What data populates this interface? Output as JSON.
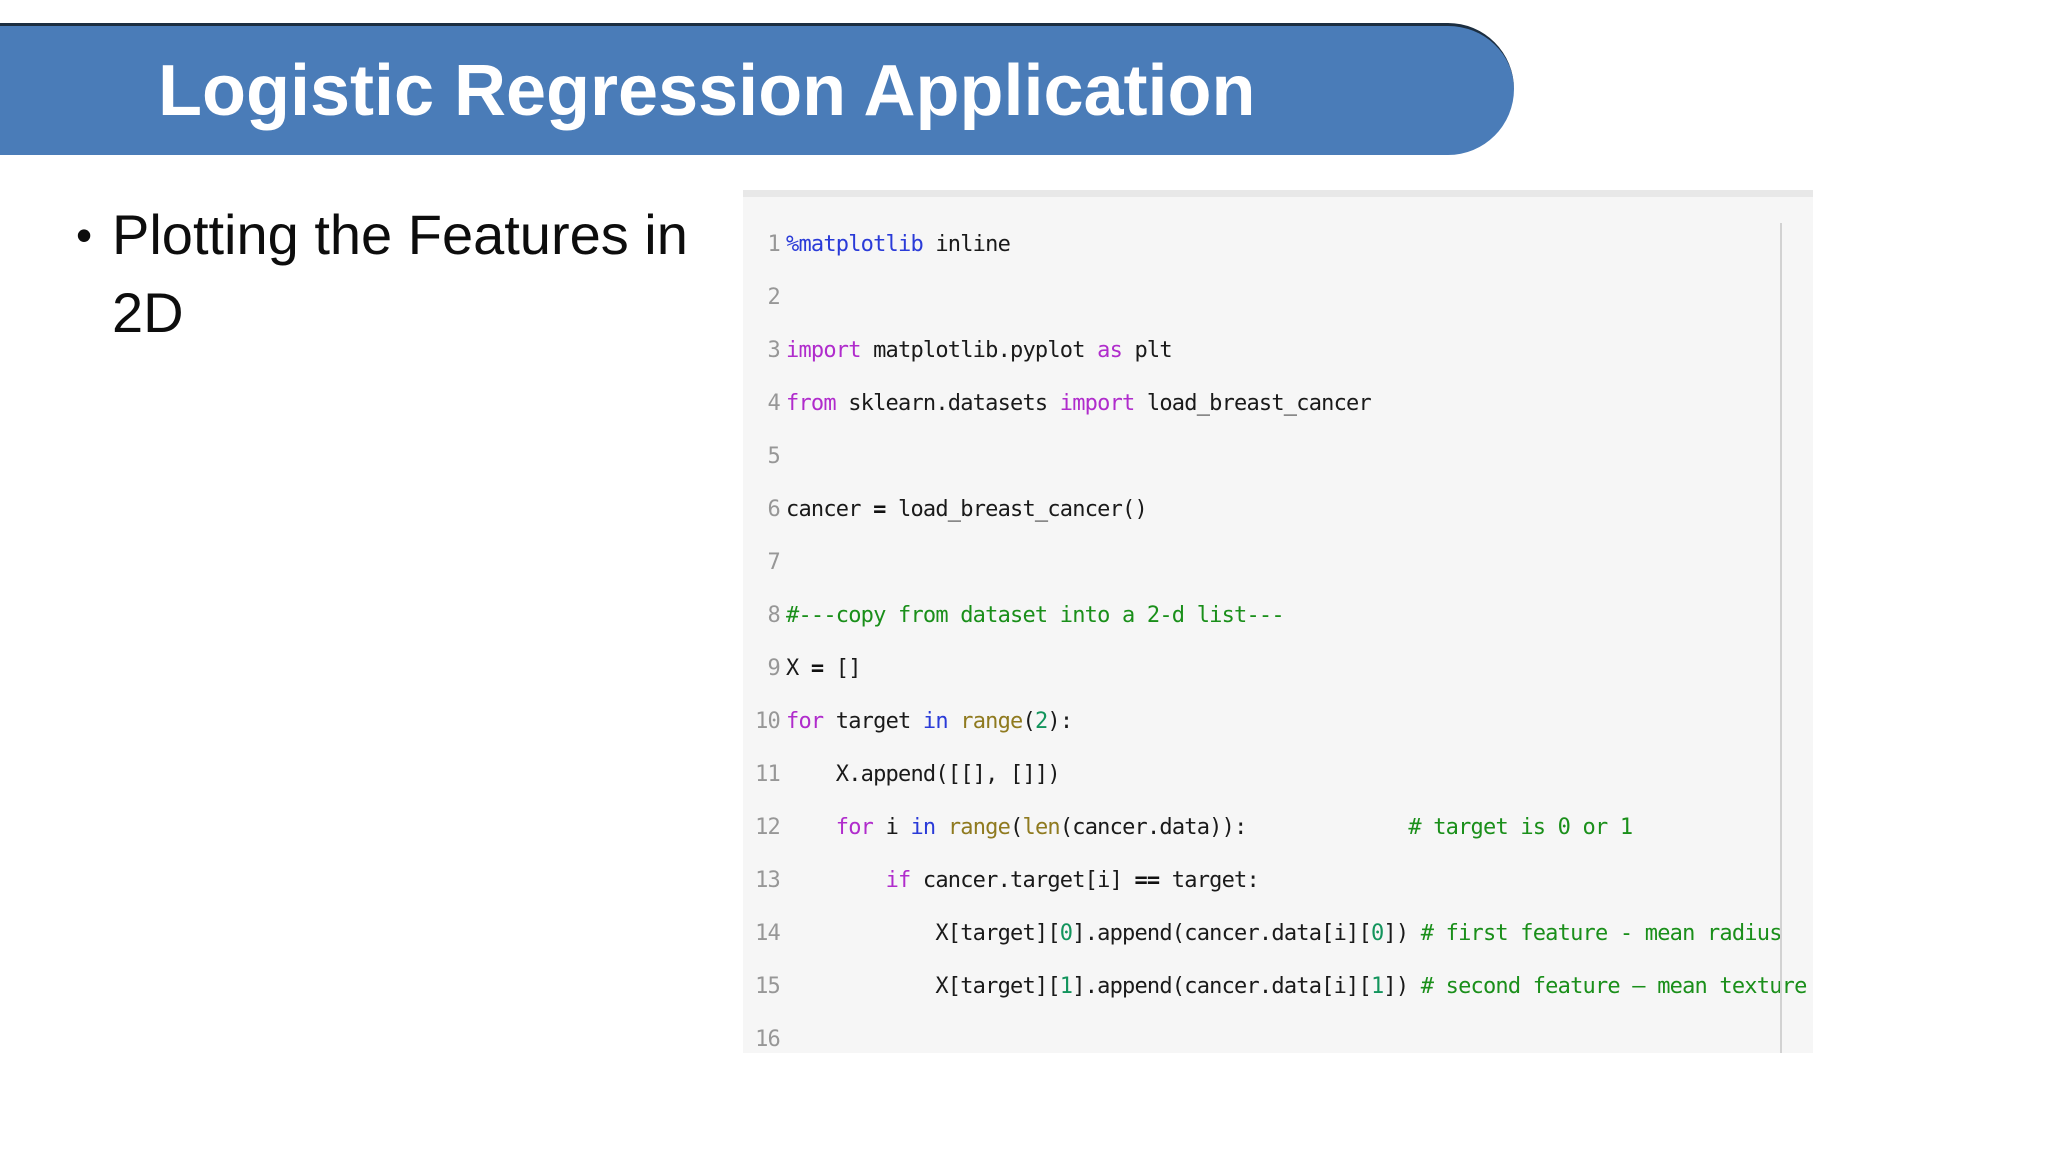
{
  "slide": {
    "title": "Logistic Regression Application",
    "bullet_items": [
      {
        "marker": "•",
        "text": "Plotting the Features in 2D"
      }
    ],
    "colors": {
      "page_bg": "#ffffff",
      "banner_bg": "#4a7cb8",
      "banner_top_border": "#1c2e40",
      "banner_text": "#ffffff",
      "body_text": "#0d0d0d"
    }
  },
  "code_editor": {
    "background": "#f6f6f6",
    "top_strip_color": "#e8e8e8",
    "right_rule_color": "#d2d2d2",
    "line_number_color": "#979797",
    "token_colors": {
      "p": "#1a1a1a",
      "k": "#b02ccc",
      "b": "#2a3bd8",
      "f": "#8f7a1f",
      "n": "#12945c",
      "c": "#1a8f1a",
      "o": "#111111"
    },
    "lines": [
      {
        "n": "1",
        "segs": [
          [
            "b",
            "%matplotlib"
          ],
          [
            "p",
            " inline"
          ]
        ]
      },
      {
        "n": "2",
        "segs": []
      },
      {
        "n": "3",
        "segs": [
          [
            "k",
            "import"
          ],
          [
            "p",
            " matplotlib.pyplot "
          ],
          [
            "k",
            "as"
          ],
          [
            "p",
            " plt"
          ]
        ]
      },
      {
        "n": "4",
        "segs": [
          [
            "k",
            "from"
          ],
          [
            "p",
            " sklearn.datasets "
          ],
          [
            "k",
            "import"
          ],
          [
            "p",
            " load_breast_cancer"
          ]
        ]
      },
      {
        "n": "5",
        "segs": []
      },
      {
        "n": "6",
        "segs": [
          [
            "p",
            "cancer "
          ],
          [
            "o",
            "="
          ],
          [
            "p",
            " load_breast_cancer()"
          ]
        ]
      },
      {
        "n": "7",
        "segs": []
      },
      {
        "n": "8",
        "segs": [
          [
            "c",
            "#---copy from dataset into a 2-d list---"
          ]
        ]
      },
      {
        "n": "9",
        "segs": [
          [
            "p",
            "X "
          ],
          [
            "o",
            "="
          ],
          [
            "p",
            " []"
          ]
        ]
      },
      {
        "n": "10",
        "segs": [
          [
            "k",
            "for"
          ],
          [
            "p",
            " target "
          ],
          [
            "b",
            "in"
          ],
          [
            "p",
            " "
          ],
          [
            "f",
            "range"
          ],
          [
            "p",
            "("
          ],
          [
            "n",
            "2"
          ],
          [
            "p",
            "):"
          ]
        ]
      },
      {
        "n": "11",
        "segs": [
          [
            "p",
            "    X.append([[], []])"
          ]
        ]
      },
      {
        "n": "12",
        "segs": [
          [
            "p",
            "    "
          ],
          [
            "k",
            "for"
          ],
          [
            "p",
            " i "
          ],
          [
            "b",
            "in"
          ],
          [
            "p",
            " "
          ],
          [
            "f",
            "range"
          ],
          [
            "p",
            "("
          ],
          [
            "f",
            "len"
          ],
          [
            "p",
            "(cancer.data)):"
          ],
          [
            "p",
            "             "
          ],
          [
            "c",
            "# target is 0 or 1"
          ]
        ]
      },
      {
        "n": "13",
        "segs": [
          [
            "p",
            "        "
          ],
          [
            "k",
            "if"
          ],
          [
            "p",
            " cancer.target[i] "
          ],
          [
            "o",
            "=="
          ],
          [
            "p",
            " target:"
          ]
        ]
      },
      {
        "n": "14",
        "segs": [
          [
            "p",
            "            X[target]["
          ],
          [
            "n",
            "0"
          ],
          [
            "p",
            "].append(cancer.data[i]["
          ],
          [
            "n",
            "0"
          ],
          [
            "p",
            "]) "
          ],
          [
            "c",
            "# first feature - mean radius"
          ]
        ]
      },
      {
        "n": "15",
        "segs": [
          [
            "p",
            "            X[target]["
          ],
          [
            "n",
            "1"
          ],
          [
            "p",
            "].append(cancer.data[i]["
          ],
          [
            "n",
            "1"
          ],
          [
            "p",
            "]) "
          ],
          [
            "c",
            "# second feature – mean texture"
          ]
        ]
      },
      {
        "n": "16",
        "segs": []
      }
    ]
  }
}
